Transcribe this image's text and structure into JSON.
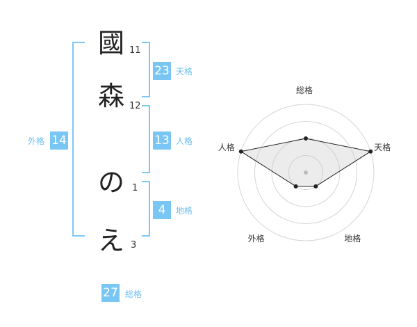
{
  "name": {
    "chars": [
      {
        "char": "國",
        "strokes": "11"
      },
      {
        "char": "森",
        "strokes": "12"
      },
      {
        "char": "の",
        "strokes": "1"
      },
      {
        "char": "え",
        "strokes": "3"
      }
    ]
  },
  "kaku": {
    "tenkaku": {
      "label": "天格",
      "value": "23"
    },
    "jinkaku": {
      "label": "人格",
      "value": "13"
    },
    "chikaku": {
      "label": "地格",
      "value": "4"
    },
    "gaikaku": {
      "label": "外格",
      "value": "14"
    },
    "soukaku": {
      "label": "総格",
      "value": "27"
    }
  },
  "colors": {
    "accent": "#79c6f4",
    "bracket": "#7cc8f5"
  },
  "chart_data": {
    "type": "radar",
    "axes": [
      "総格",
      "天格",
      "地格",
      "外格",
      "人格"
    ],
    "values": [
      2,
      4,
      1,
      1,
      4
    ],
    "max": 4,
    "rings": 4,
    "grid": true
  }
}
